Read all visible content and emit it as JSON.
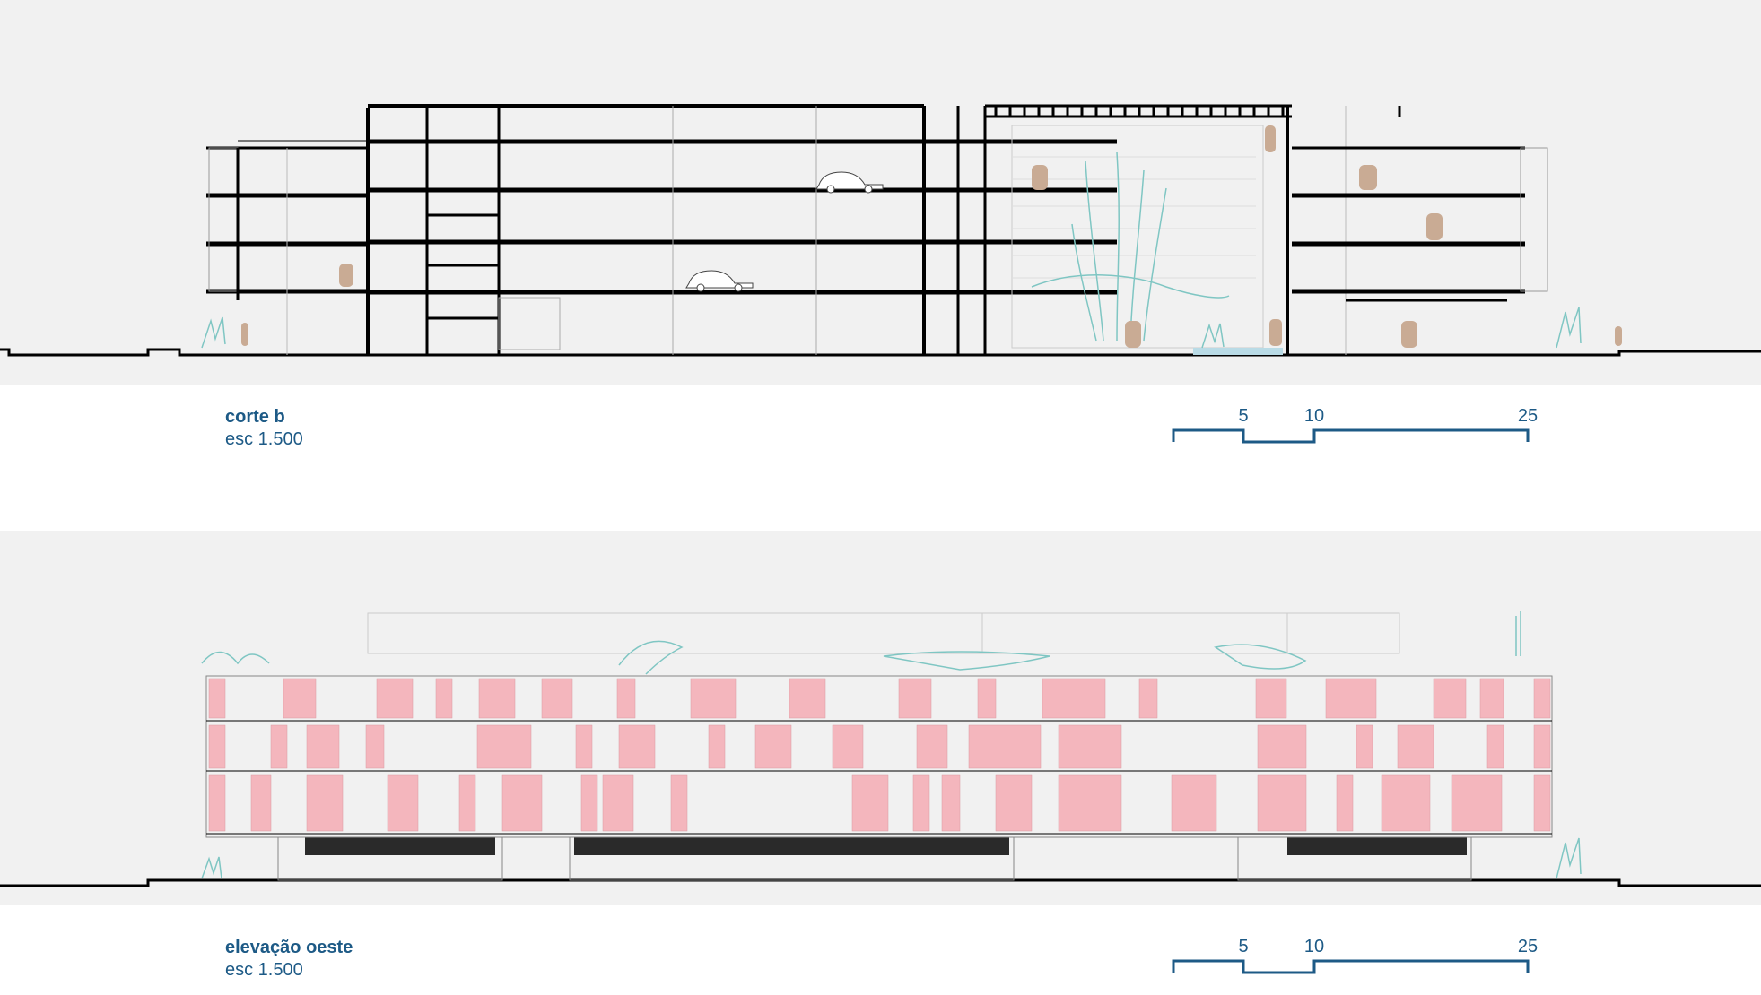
{
  "colors": {
    "background": "#f1f1f1",
    "structure": "#000000",
    "caption_blue": "#1d5a86",
    "vegetation": "#7fc6c3",
    "people": "#c9ab94",
    "shutter_pink": "#f4b6bd"
  },
  "section": {
    "title": "corte b",
    "scale": "esc 1.500",
    "scalebar_labels": [
      "5",
      "10",
      "25"
    ]
  },
  "elevation": {
    "title": "elevação oeste",
    "scale": "esc 1.500",
    "scalebar_labels": [
      "5",
      "10",
      "25"
    ]
  }
}
